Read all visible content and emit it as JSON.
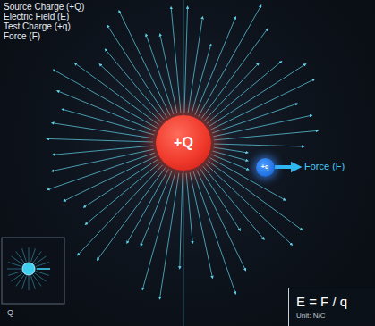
{
  "diagram": {
    "nodes": [
      {
        "text": [
          "+Q"
        ]
      },
      {
        "text": [
          "+q"
        ]
      },
      {
        "text": [
          "E = F / q",
          "Unit: N/C"
        ]
      }
    ],
    "labels": [
      "Force (F)",
      "-Q"
    ],
    "legend": [
      {
        "text": "Source Charge (+Q)"
      },
      {
        "text": "Electric Field (E)"
      },
      {
        "text": "Test Charge (+q)"
      },
      {
        "text": "Force (F)"
      }
    ]
  }
}
